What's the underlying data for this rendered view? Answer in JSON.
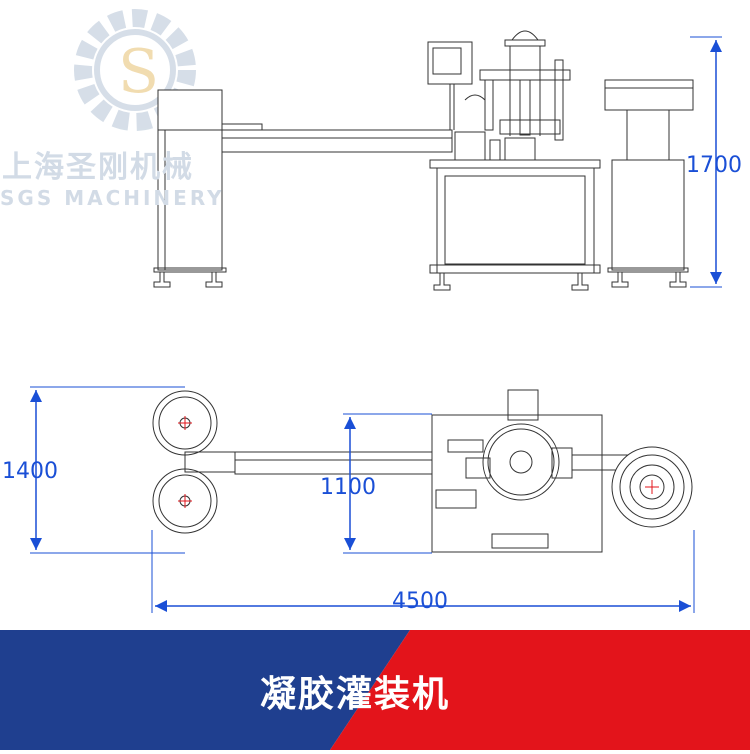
{
  "watermark": {
    "logo_letter": "S",
    "cn": "上海圣刚机械",
    "en": "SGS MACHINERY"
  },
  "dimensions": {
    "height": "1700",
    "width_depth": "1400",
    "center_offset": "1100",
    "length": "4500"
  },
  "banner": {
    "title": "凝胶灌装机",
    "colors": {
      "blue": "#1f3f8f",
      "red": "#e3141b"
    }
  },
  "colors": {
    "dimension": "#1a4fd6",
    "drawing": "#333333"
  }
}
